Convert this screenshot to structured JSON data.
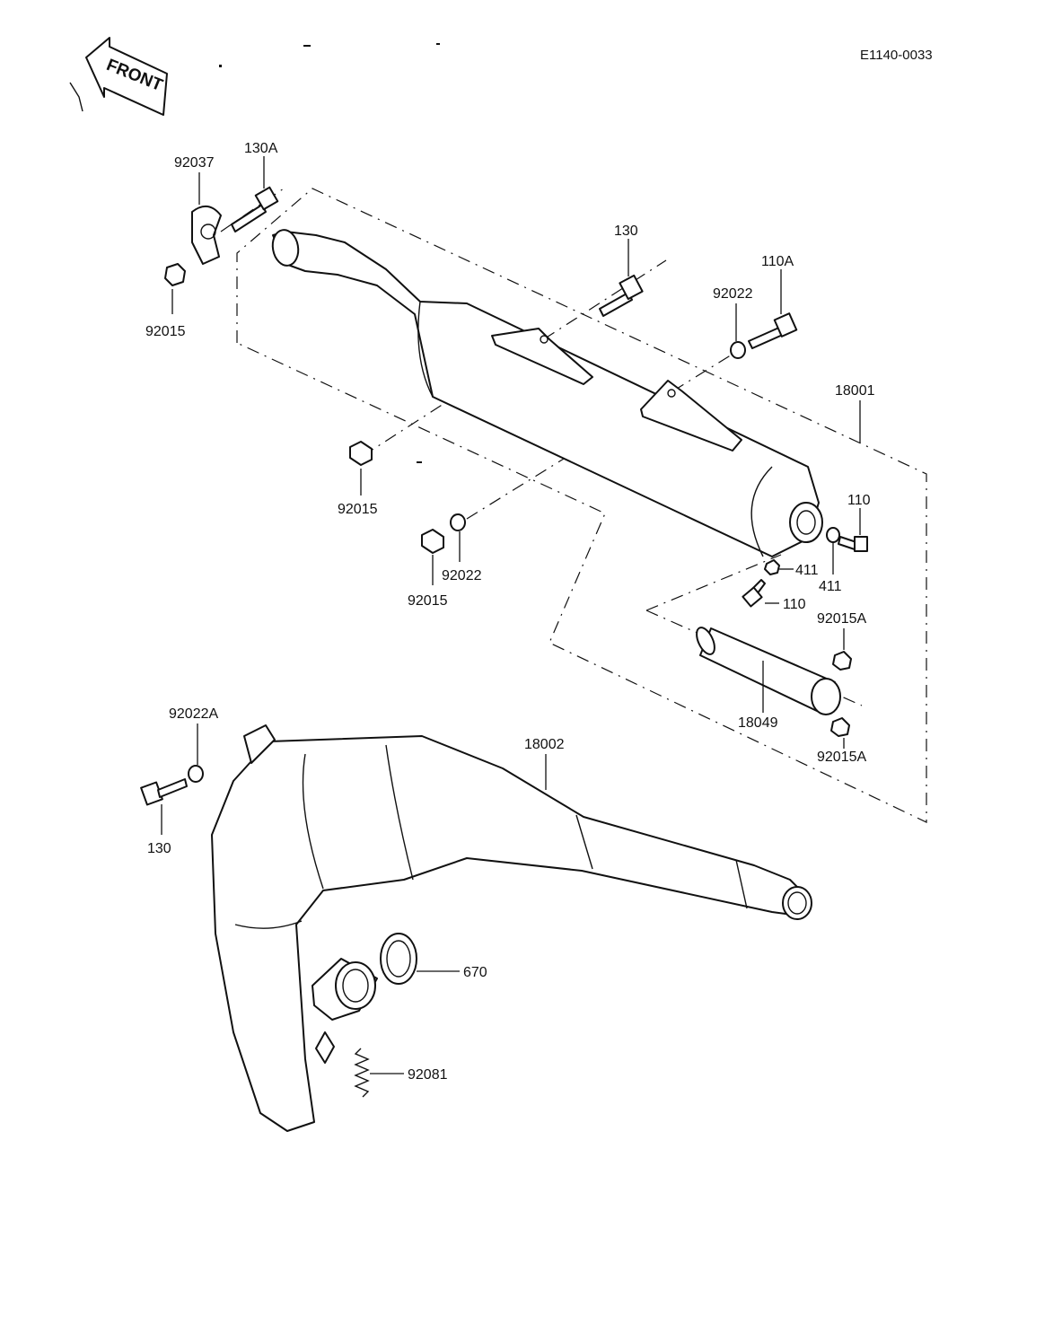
{
  "diagram": {
    "reference_code": "E1140-0033",
    "front_badge": "FRONT",
    "callouts": {
      "p92037": "92037",
      "p130A": "130A",
      "p92015_clamp": "92015",
      "p130_top": "130",
      "p110A": "110A",
      "p92022_top": "92022",
      "p18001": "18001",
      "p92015_mid": "92015",
      "p92015_lower": "92015",
      "p92022_lower": "92022",
      "p110_right": "110",
      "p411_a": "411",
      "p411_b": "411",
      "p110_lower": "110",
      "p92015A_top": "92015A",
      "p18049": "18049",
      "p92015A_bottom": "92015A",
      "p92022A": "92022A",
      "p18002": "18002",
      "p130_left": "130",
      "p670": "670",
      "p92081": "92081"
    }
  }
}
